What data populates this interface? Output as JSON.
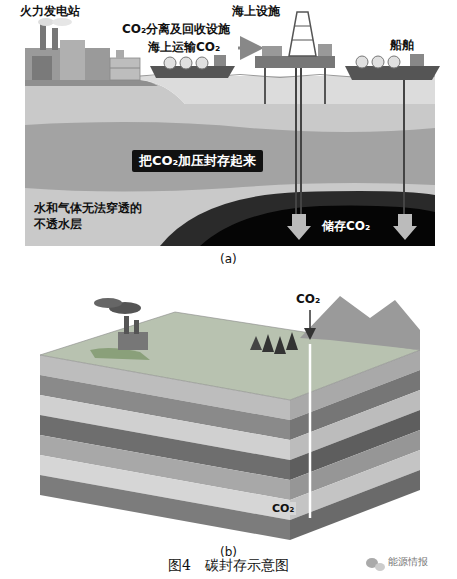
{
  "diagram": {
    "caption": "图4　碳封存示意图",
    "nodes": [
      {
        "text": [
          "把CO₂加压封存起来"
        ]
      }
    ],
    "labels": [
      "火力发电站",
      "CO₂分离及回收设施",
      "海上设施",
      "海上运输CO₂",
      "船舶",
      "水和气体无法穿透的不透水层",
      "储存CO₂",
      "(a)",
      "CO₂",
      "CO₂",
      "(b)",
      "能源情报"
    ]
  }
}
